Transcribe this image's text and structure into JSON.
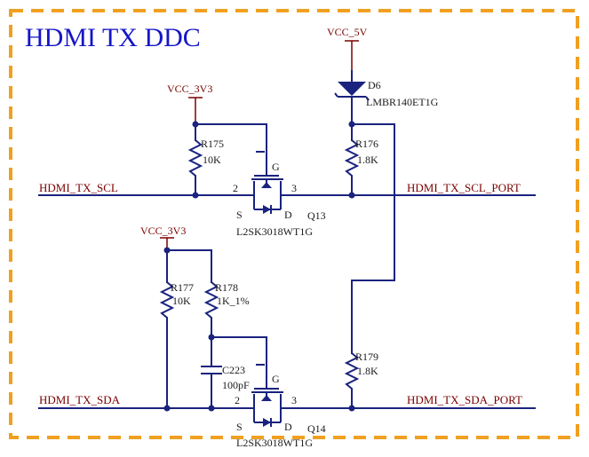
{
  "title": "HDMI  TX  DDC",
  "colors": {
    "border": "#f0a020",
    "wire": "#1a237e",
    "net": "#7a0000",
    "title": "#1515c8"
  },
  "power": {
    "vcc5v": "VCC_5V",
    "vcc3v3_top": "VCC_3V3",
    "vcc3v3_bottom": "VCC_3V3"
  },
  "nets": {
    "scl_in": "HDMI_TX_SCL",
    "scl_port": "HDMI_TX_SCL_PORT",
    "sda_in": "HDMI_TX_SDA",
    "sda_port": "HDMI_TX_SDA_PORT"
  },
  "diode": {
    "ref": "D6",
    "value": "LMBR140ET1G"
  },
  "resistors": {
    "r175": {
      "ref": "R175",
      "value": "10K"
    },
    "r176": {
      "ref": "R176",
      "value": "1.8K"
    },
    "r177": {
      "ref": "R177",
      "value": "10K"
    },
    "r178": {
      "ref": "R178",
      "value": "1K_1%"
    },
    "r179": {
      "ref": "R179",
      "value": "1.8K"
    }
  },
  "capacitor": {
    "ref": "C223",
    "value": "100pF"
  },
  "q13": {
    "ref": "Q13",
    "value": "L2SK3018WT1G",
    "g": "G",
    "s": "S",
    "d": "D",
    "pin2": "2",
    "pin3": "3"
  },
  "q14": {
    "ref": "Q14",
    "value": "L2SK3018WT1G",
    "g": "G",
    "s": "S",
    "d": "D",
    "pin2": "2",
    "pin3": "3"
  }
}
